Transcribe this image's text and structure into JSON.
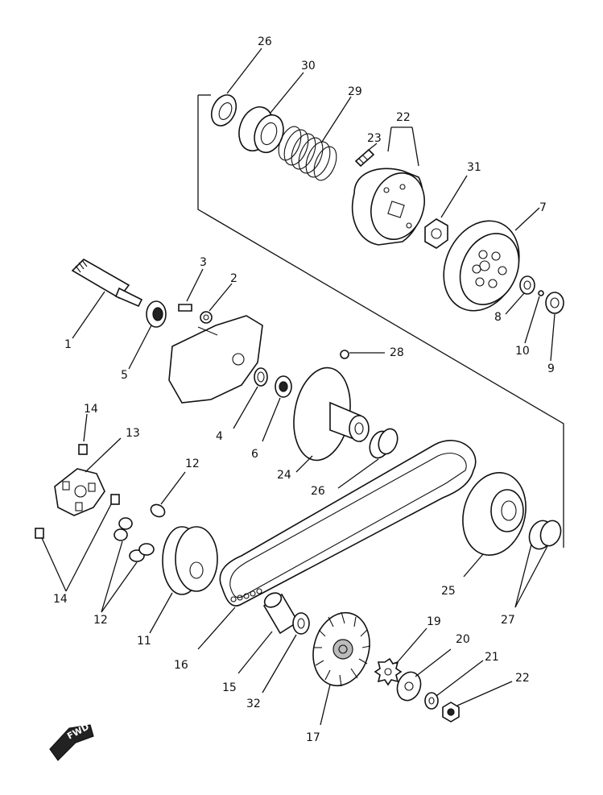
{
  "callouts": {
    "c1": "1",
    "c2": "2",
    "c3": "3",
    "c4": "4",
    "c5": "5",
    "c6": "6",
    "c7": "7",
    "c8": "8",
    "c9": "9",
    "c10": "10",
    "c11": "11",
    "c12a": "12",
    "c12b": "12",
    "c13": "13",
    "c14a": "14",
    "c14b": "14",
    "c15": "15",
    "c16": "16",
    "c17": "17",
    "c19": "19",
    "c20": "20",
    "c21": "21",
    "c22a": "22",
    "c22b": "22",
    "c23": "23",
    "c24": "24",
    "c25": "25",
    "c26a": "26",
    "c26b": "26",
    "c27": "27",
    "c28": "28",
    "c29": "29",
    "c30": "30",
    "c31": "31",
    "c32": "32"
  },
  "direction_marker": {
    "text": "FWD"
  }
}
